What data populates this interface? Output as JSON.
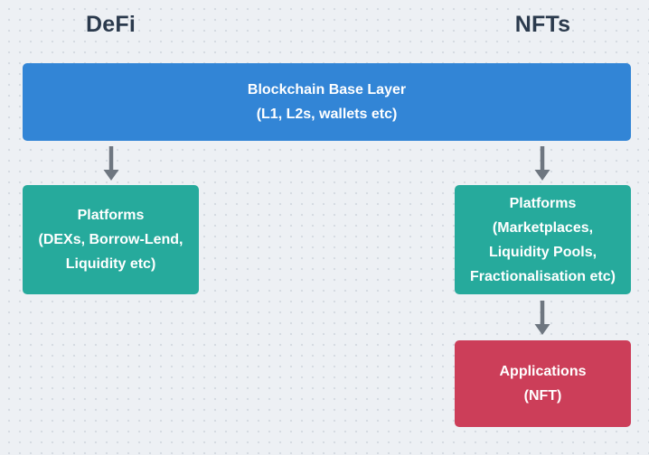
{
  "colors": {
    "background": "#edf0f4",
    "dot": "#d6dbe2",
    "heading": "#2b3a4d",
    "blue_box": "#3285d6",
    "green_box": "#26aa9c",
    "red_box": "#cc3e59",
    "arrow": "#6e7680",
    "box_text": "#ffffff"
  },
  "headers": {
    "defi": "DeFi",
    "nfts": "NFTs"
  },
  "diagram": {
    "base_layer": {
      "lines": [
        "Blockchain Base Layer",
        "(L1, L2s, wallets etc)"
      ]
    },
    "defi_platforms": {
      "lines": [
        "Platforms",
        "(DEXs, Borrow-Lend,",
        "Liquidity etc)"
      ]
    },
    "nft_platforms": {
      "lines": [
        "Platforms",
        "(Marketplaces,",
        "Liquidity Pools,",
        "Fractionalisation etc)"
      ]
    },
    "nft_applications": {
      "lines": [
        "Applications",
        "(NFT)"
      ]
    }
  }
}
